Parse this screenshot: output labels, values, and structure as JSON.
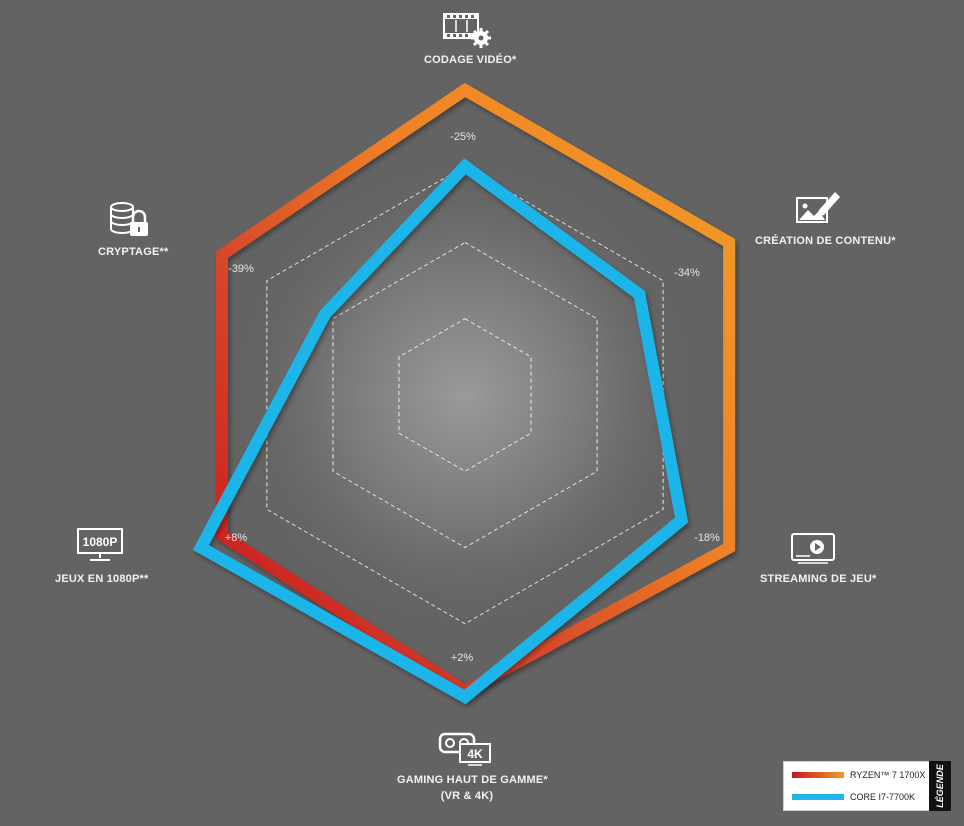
{
  "chart_data": {
    "type": "radar",
    "axes": [
      {
        "label": "CODAGE VIDÉO*",
        "diff": "-25%"
      },
      {
        "label": "CRÉATION DE CONTENU*",
        "diff": "-34%"
      },
      {
        "label": "STREAMING DE JEU*",
        "diff": "-18%"
      },
      {
        "label": "GAMING HAUT DE GAMME*",
        "label2": "(VR & 4K)",
        "diff": "+2%"
      },
      {
        "label": "JEUX EN 1080P**",
        "diff": "+8%"
      },
      {
        "label": "CRYPTAGE**",
        "diff": "-39%"
      }
    ],
    "series": [
      {
        "name": "RYZEN™ 7 1700X",
        "values": [
          1.0,
          1.0,
          1.0,
          0.97,
          0.92,
          0.92
        ]
      },
      {
        "name": "CORE I7-7700K",
        "values": [
          0.75,
          0.66,
          0.82,
          0.99,
          1.0,
          0.53
        ]
      }
    ],
    "colors": {
      "ryzen_start": "#c8161f",
      "ryzen_end": "#f29a26",
      "intel": "#1fb5ea",
      "background": "#636363"
    },
    "grid": true,
    "legend_position": "bottom-right"
  },
  "legend": {
    "title": "LÉGENDE",
    "items": [
      {
        "label": "RYZEN™ 7 1700X"
      },
      {
        "label": "CORE I7-7700K"
      }
    ]
  },
  "icons": [
    "film-gear-icon",
    "image-edit-icon",
    "video-play-icon",
    "vr-4k-icon",
    "1080p-monitor-icon",
    "database-lock-icon"
  ],
  "icon_text": {
    "p1080": "1080P",
    "k4": "4K"
  }
}
